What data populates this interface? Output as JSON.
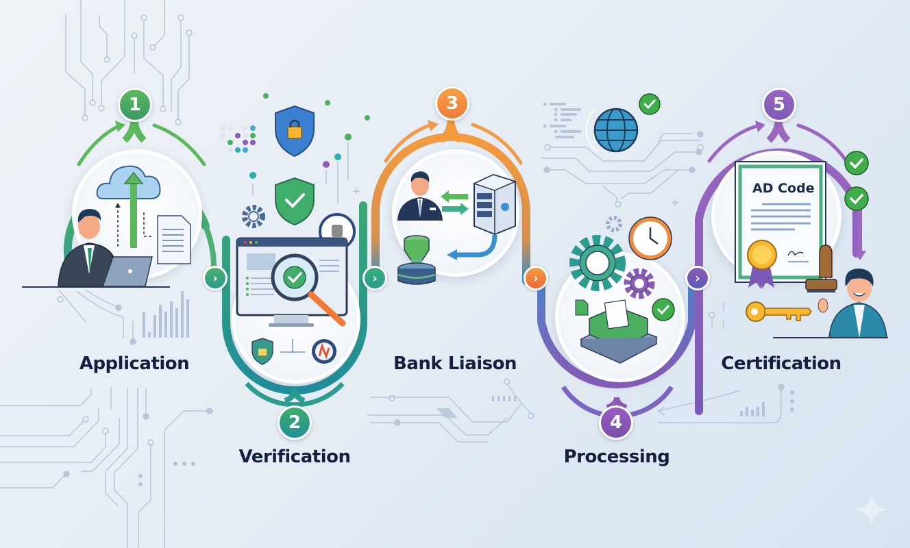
{
  "diagram": {
    "type": "process-flow",
    "steps": [
      {
        "number": "1",
        "label": "Application",
        "color": "#4caf5f",
        "icon": "person-laptop-cloud-upload-icon"
      },
      {
        "number": "2",
        "label": "Verification",
        "color": "#2a9d8f",
        "icon": "monitor-magnifier-check-icon"
      },
      {
        "number": "3",
        "label": "Bank Liaison",
        "color": "#f08a3c",
        "icon": "banker-server-stamp-icon"
      },
      {
        "number": "4",
        "label": "Processing",
        "color": "#8b5fb5",
        "icon": "gears-clock-inbox-icon"
      },
      {
        "number": "5",
        "label": "Certification",
        "color": "#8a5cb8",
        "icon": "certificate-key-person-icon"
      }
    ],
    "connectors": [
      {
        "from": "1",
        "to": "2",
        "glyph": "›",
        "color": "#3aa874"
      },
      {
        "from": "2",
        "to": "3",
        "glyph": "›",
        "color": "#2aa57a"
      },
      {
        "from": "3",
        "to": "4",
        "glyph": "›",
        "color": "#ee7a3a"
      },
      {
        "from": "4",
        "to": "5",
        "glyph": "›",
        "color": "#7158b3"
      }
    ],
    "certificate_text": "AD Code",
    "decorations": [
      "shield-lock-icon",
      "shield-check-icon",
      "gear-icon",
      "emblem-seal-icon",
      "globe-icon",
      "check-badge-icon",
      "clock-icon",
      "gold-key-icon",
      "rubber-stamp-icon",
      "award-ribbon-icon",
      "circuit-lines",
      "sparkle-icon"
    ]
  }
}
